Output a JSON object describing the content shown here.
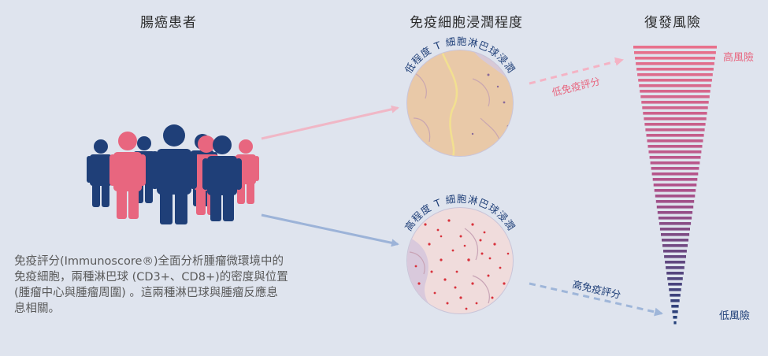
{
  "headers": {
    "patients": "腸癌患者",
    "infiltration": "免疫細胞浸潤程度",
    "risk": "復發風險"
  },
  "samples": {
    "low_label": "低程度 T 細胞淋巴球浸潤",
    "high_label": "高程度 T 細胞淋巴球浸潤"
  },
  "scores": {
    "low": "低免疫評分",
    "high": "高免疫評分"
  },
  "risk_levels": {
    "high": "高風險",
    "low": "低風險"
  },
  "description": {
    "line1": "免疫評分(Immunoscore®)全面分析腫瘤微環境中的",
    "line2": "免疫細胞，兩種淋巴球 (CD3+、CD8+)的密度與位置",
    "line3": " (腫瘤中心與腫瘤周圍) 。這兩種淋巴球與腫瘤反應息",
    "line4": "息相關。"
  },
  "colors": {
    "pink": "#e8667f",
    "navy": "#1f3f78",
    "background": "#dfe4ee",
    "pink_arrow": "#f0b7c6",
    "blue_arrow": "#9cb3d8"
  }
}
